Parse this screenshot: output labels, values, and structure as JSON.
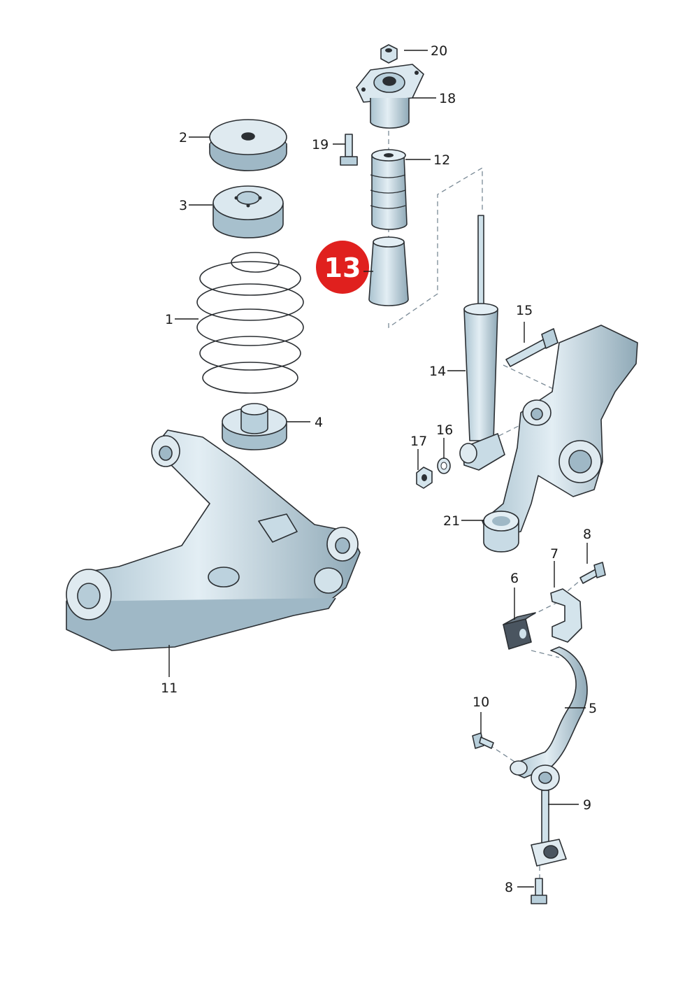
{
  "diagram": {
    "labels": {
      "p1": "1",
      "p2": "2",
      "p3": "3",
      "p4": "4",
      "p5": "5",
      "p6": "6",
      "p7": "7",
      "p8a": "8",
      "p8b": "8",
      "p9": "9",
      "p10": "10",
      "p11": "11",
      "p12": "12",
      "p14": "14",
      "p15": "15",
      "p16": "16",
      "p17": "17",
      "p18": "18",
      "p19": "19",
      "p20": "20",
      "p21": "21"
    },
    "highlight": {
      "label": "13",
      "color": "#e0201e"
    },
    "colors": {
      "part_fill": "#cfe1ea",
      "part_shade": "#9fb8c6",
      "outline": "#2b2f33"
    }
  }
}
